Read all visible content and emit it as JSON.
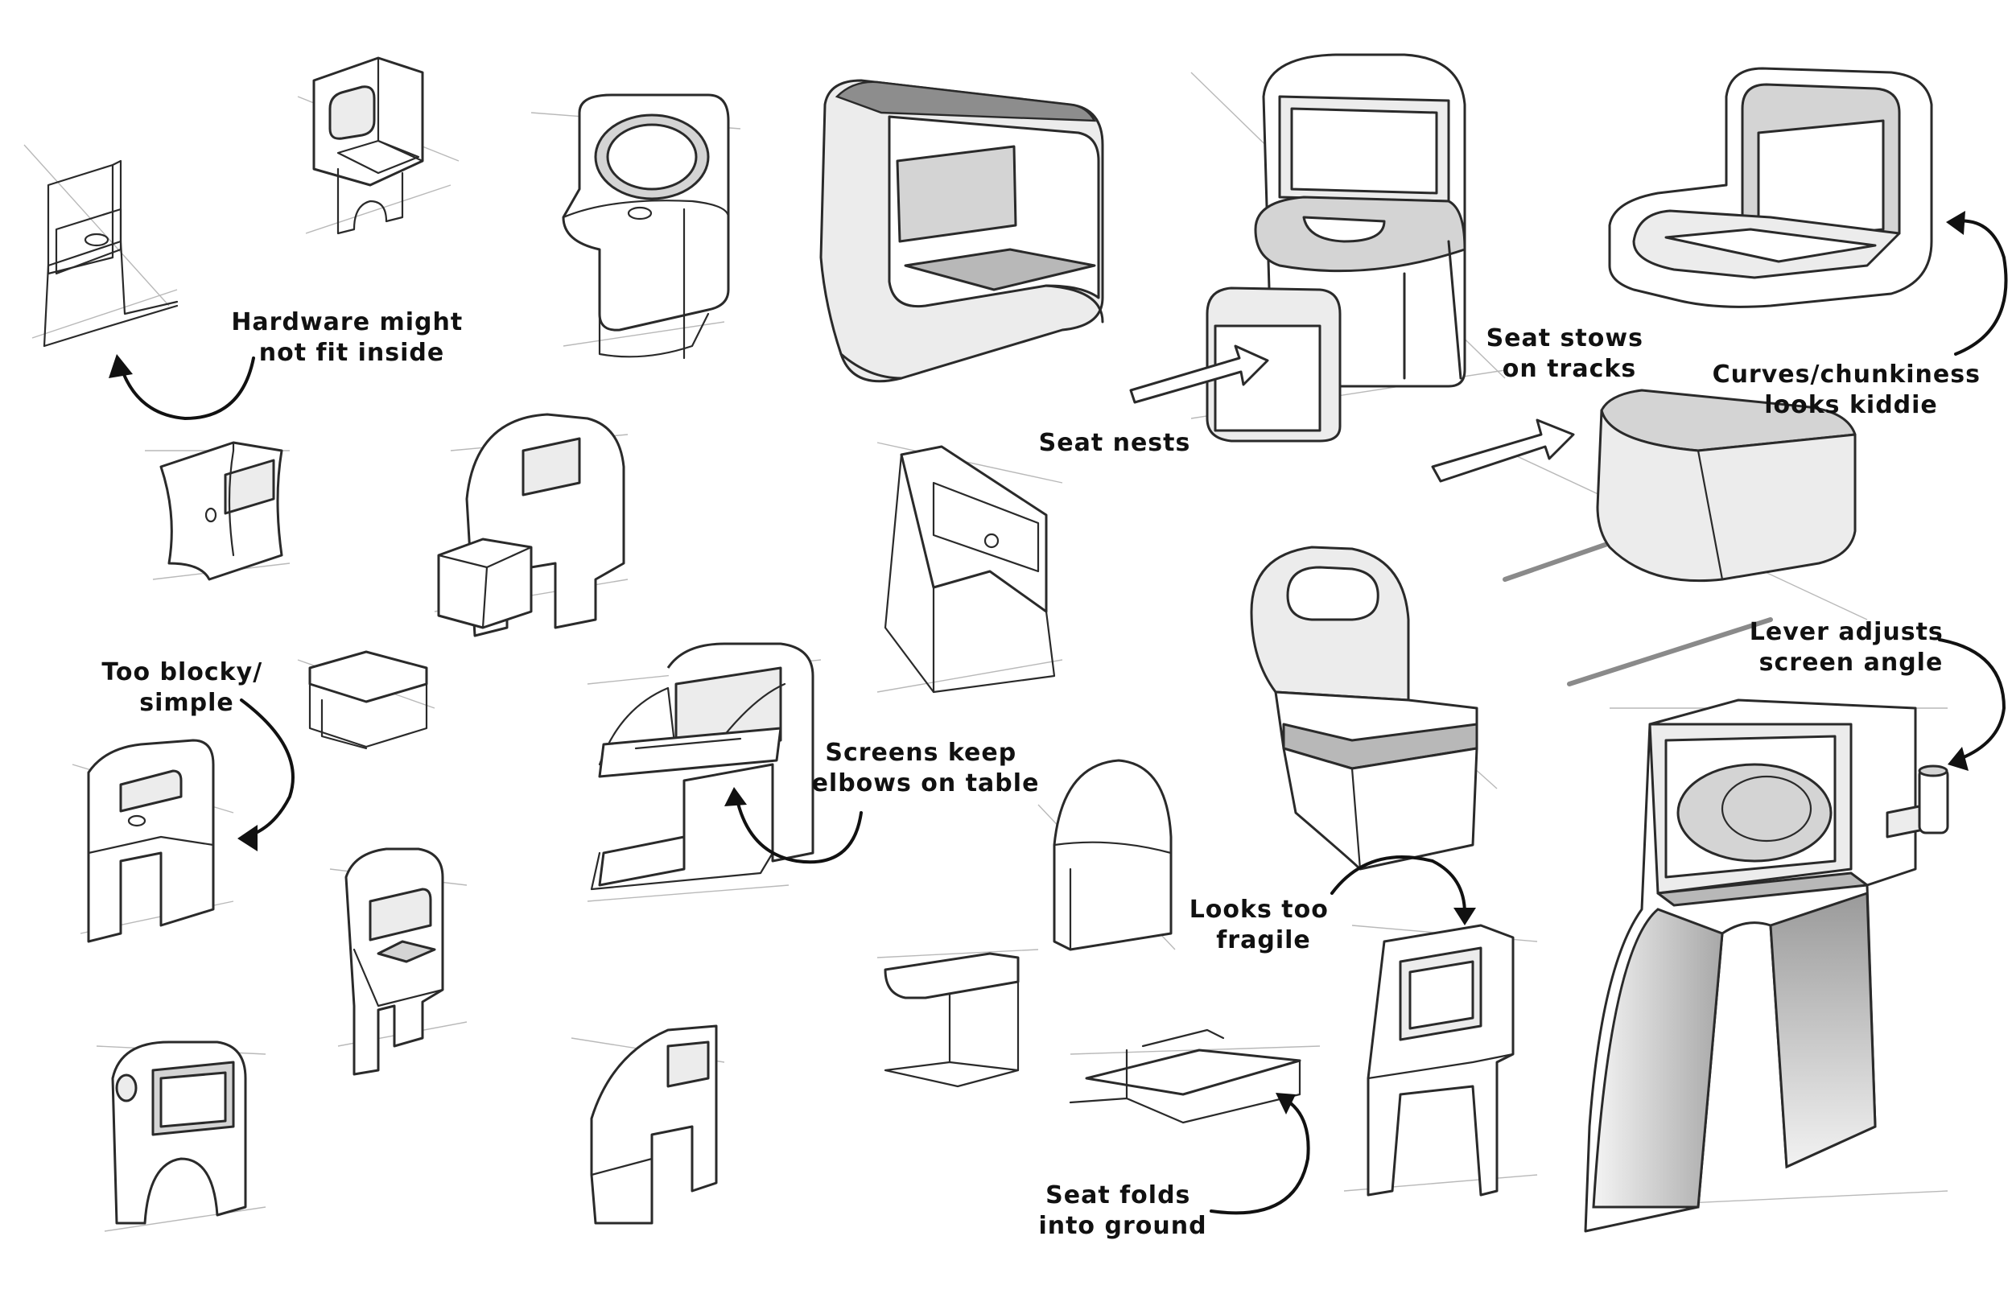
{
  "annotations": {
    "hardware_fit": [
      "Hardware might",
      "not fit inside"
    ],
    "too_blocky": [
      "Too blocky/",
      "simple"
    ],
    "screens_elbows": [
      "Screens keep",
      "elbows on table"
    ],
    "seat_nests": [
      "Seat nests"
    ],
    "seat_stows": [
      "Seat stows",
      "on tracks"
    ],
    "curves_kiddie": [
      "Curves/chunkiness",
      "looks kiddie"
    ],
    "lever_adjusts": [
      "Lever adjusts",
      "screen angle"
    ],
    "looks_fragile": [
      "Looks too",
      "fragile"
    ],
    "seat_folds": [
      "Seat folds",
      "into ground"
    ]
  },
  "colors": {
    "ink": "#2a2a2a",
    "construction": "#b9b9b9",
    "shade_light": "#ececec",
    "shade_mid": "#d4d4d4",
    "shade_dark": "#b8b8b8",
    "paper": "#ffffff"
  }
}
